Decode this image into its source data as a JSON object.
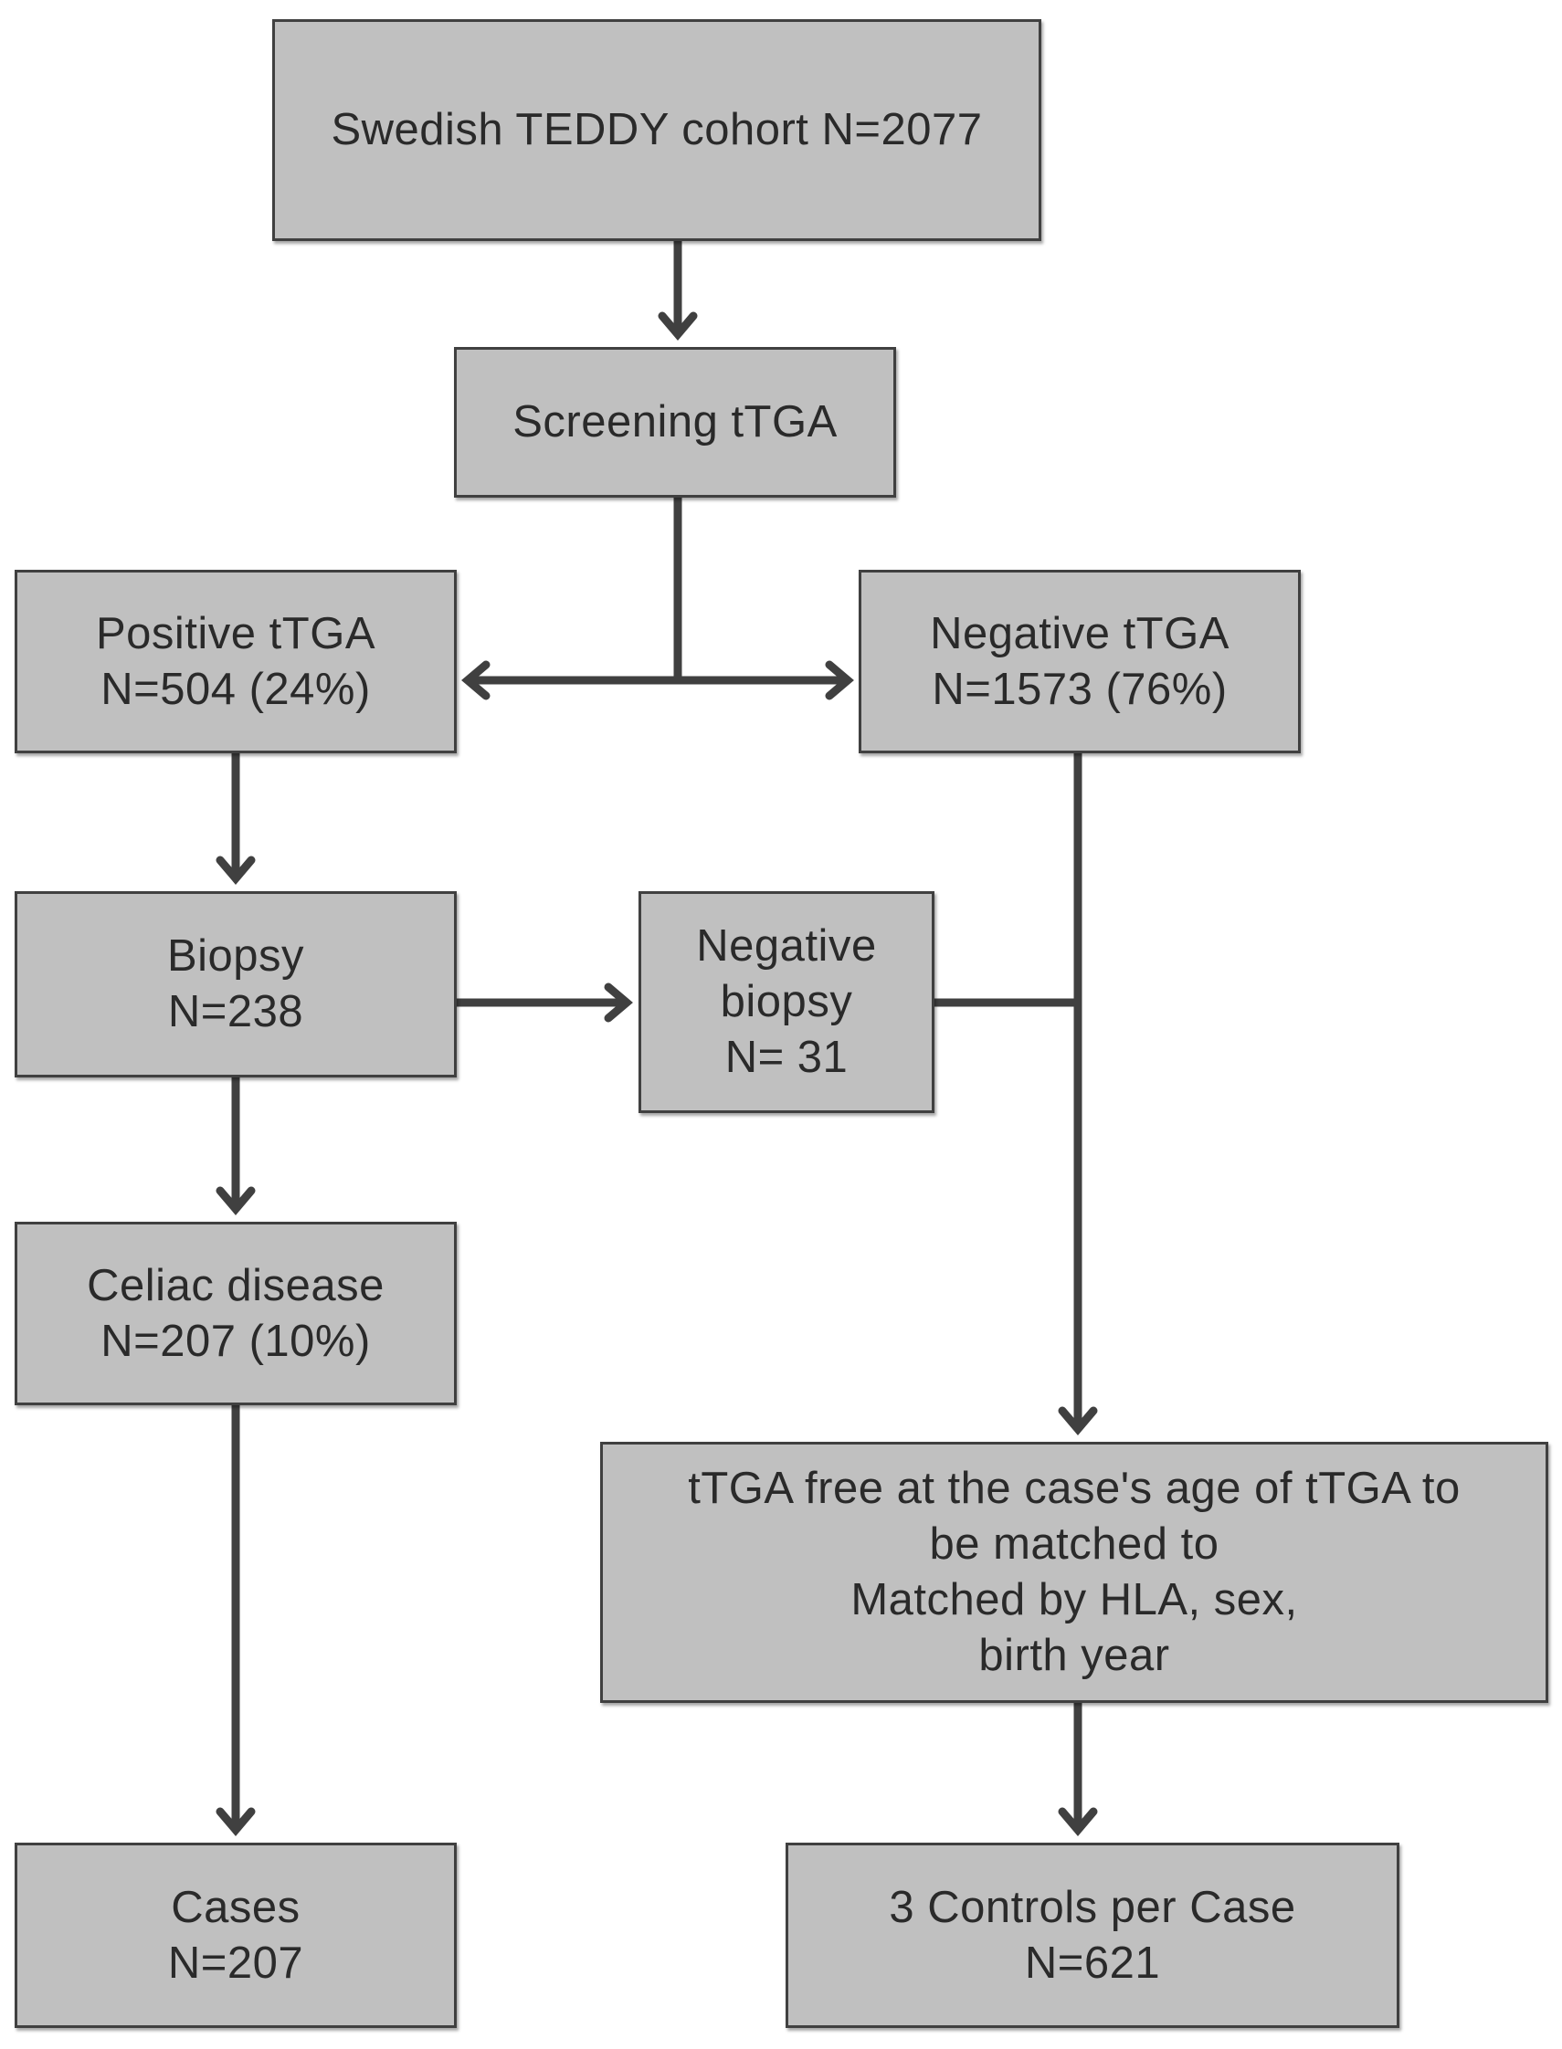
{
  "diagram": {
    "nodes": {
      "cohort": "Swedish TEDDY cohort N=2077",
      "screening": "Screening tTGA",
      "positive": "Positive tTGA\nN=504 (24%)",
      "negative": "Negative tTGA\nN=1573 (76%)",
      "biopsy": "Biopsy\nN=238",
      "negative_biopsy": "Negative\nbiopsy\nN= 31",
      "celiac": "Celiac disease\nN=207 (10%)",
      "control_criteria": "tTGA free at the case's age of tTGA to\nbe matched to\nMatched by HLA, sex,\nbirth year",
      "cases": "Cases\nN=207",
      "controls": "3 Controls per Case\nN=621"
    },
    "edges": [
      {
        "from": "cohort",
        "to": "screening"
      },
      {
        "from": "screening",
        "to": "positive"
      },
      {
        "from": "screening",
        "to": "negative"
      },
      {
        "from": "positive",
        "to": "biopsy"
      },
      {
        "from": "biopsy",
        "to": "negative_biopsy"
      },
      {
        "from": "biopsy",
        "to": "celiac"
      },
      {
        "from": "negative",
        "to": "control_criteria"
      },
      {
        "from": "negative_biopsy",
        "to": "control_criteria"
      },
      {
        "from": "celiac",
        "to": "cases"
      },
      {
        "from": "control_criteria",
        "to": "controls"
      }
    ],
    "colors": {
      "box_fill": "#c0c0c0",
      "box_border": "#404040",
      "line": "#404040",
      "text": "#2a2a2a"
    }
  }
}
